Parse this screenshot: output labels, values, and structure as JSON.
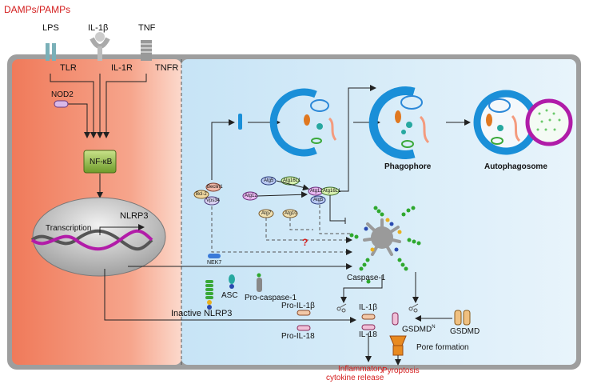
{
  "header": {
    "title": "DAMPs/PAMPs"
  },
  "ligands": {
    "lps": "LPS",
    "il1b": "IL-1β",
    "tnf": "TNF"
  },
  "receptors": {
    "tlr": "TLR",
    "il1r": "IL-1R",
    "tnfr": "TNFR",
    "nod2": "NOD2"
  },
  "nucleus": {
    "nfkb": "NF-κB",
    "transcription": "Transcription",
    "nlrp3": "NLRP3"
  },
  "autophagy": {
    "phagophore": "Phagophore",
    "autophagosome": "Autophagosome",
    "beclin1": "Beclin1",
    "bcl2": "Bcl-2",
    "vps34": "Vps34",
    "atg5": "Atg5",
    "atg16l1_a": "Atg16L1",
    "atg12_a": "Atg12",
    "atg12_b": "Atg12",
    "atg16l1_b": "Atg16L1",
    "atg5_b": "Atg5",
    "atg7": "Atg7",
    "atg10": "Atg10",
    "question": "?"
  },
  "inflammasome": {
    "nek7": "NEK7",
    "asc": "ASC",
    "pro_caspase1": "Pro-caspase-1",
    "inactive_nlrp3": "Inactive NLRP3",
    "caspase1": "Caspase-1"
  },
  "outputs": {
    "pro_il1b": "Pro-IL-1β",
    "pro_il18": "Pro-IL-18",
    "il1b": "IL-1β",
    "il18": "IL-18",
    "gsdmdn": "GSDMD",
    "gsdmdn_sup": "N",
    "gsdmd": "GSDMD",
    "pore": "Pore formation",
    "inflammatory_1": "Inflammatory",
    "inflammatory_2": "cytokine release",
    "pyroptosis": "Pyroptosis"
  },
  "colors": {
    "cytoplasm_left": "#f28a6c",
    "cytoplasm_right": "#d8ecf8",
    "accent_red": "#d41e1e"
  }
}
